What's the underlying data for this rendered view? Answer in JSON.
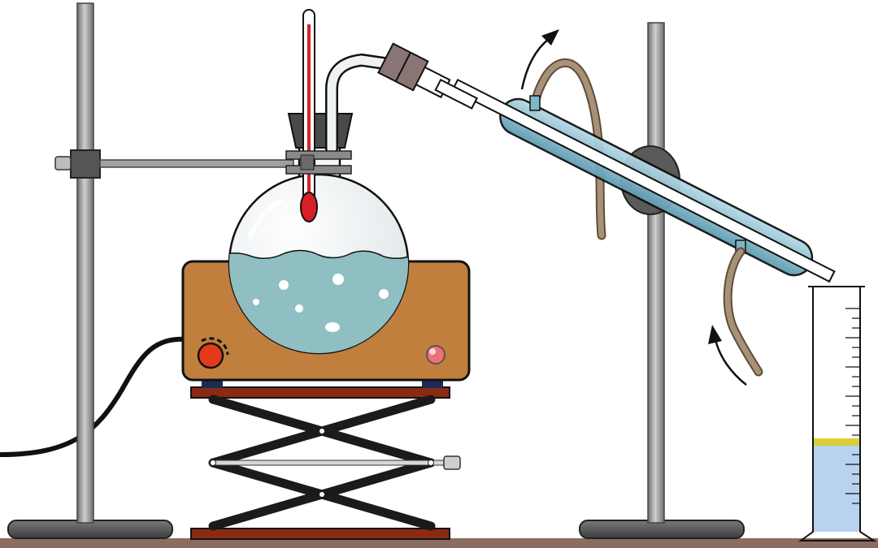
{
  "diagram": {
    "type": "laboratory-apparatus",
    "components": [
      "retort-stand-left",
      "clamp",
      "thermometer",
      "round-bottom-flask",
      "hot-plate",
      "scissor-lab-jack",
      "condenser",
      "retort-stand-right",
      "water-hose-inlet",
      "water-hose-outlet",
      "graduated-cylinder"
    ],
    "liquid_level": {
      "flask": 0.44,
      "cylinder": 0.63
    },
    "colors": {
      "stand_metal": "#8f8f8f",
      "base": "#5a5a5a",
      "hotplate": "#c07f3d",
      "hotplate_edge": "#111111",
      "knob": "#e23a1a",
      "indicator_light": "#f0707a",
      "flask_liquid": "#8fbfc2",
      "thermometer_red": "#d81f26",
      "condenser_glass": "#7fb6c8",
      "hose": "#a89277",
      "hose_dark": "#5f4c3a",
      "jack_plate": "#8b2a14",
      "jack_arms": "#1b1b1b",
      "cylinder_liquid": "#b8d2f0",
      "cylinder_meniscus": "#d9cf37",
      "bench": "#8a6c62",
      "cable": "#111111"
    }
  }
}
